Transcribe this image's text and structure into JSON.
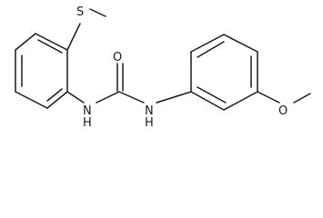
{
  "atoms": {
    "sulfur": "S",
    "oxygen_carbonyl": "O",
    "nh_left_n": "N",
    "nh_left_h": "H",
    "nh_right_n": "N",
    "nh_right_h": "H",
    "oxygen_methoxy": "O"
  },
  "colors": {
    "bond": "#1a1a1a",
    "background": "#ffffff"
  }
}
